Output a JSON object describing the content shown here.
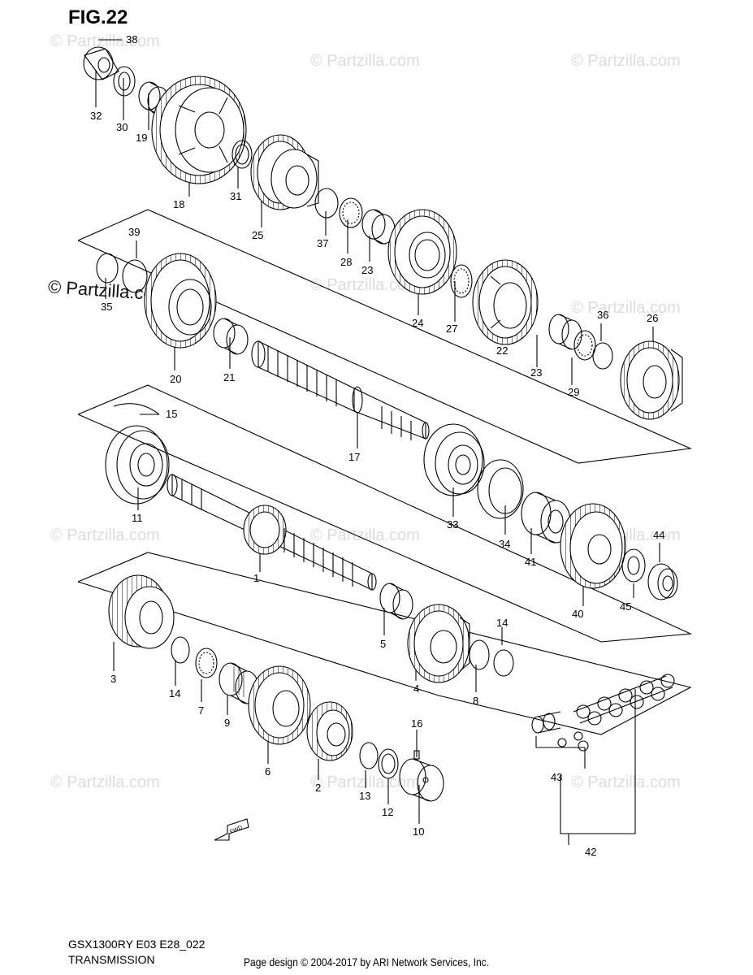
{
  "figure_title": "FIG.22",
  "watermark": "© Partzilla.com",
  "model_code": "GSX1300RY E03 E28_022",
  "section_name": "TRANSMISSION",
  "copyright": "Page design © 2004-2017 by ARI Network Services, Inc.",
  "fwd_label": "FWD",
  "callouts": [
    "38",
    "32",
    "30",
    "19",
    "18",
    "31",
    "25",
    "37",
    "28",
    "23",
    "24",
    "27",
    "22",
    "23",
    "29",
    "36",
    "26",
    "39",
    "35",
    "20",
    "21",
    "17",
    "15",
    "11",
    "33",
    "34",
    "41",
    "40",
    "45",
    "44",
    "1",
    "5",
    "4",
    "8",
    "14",
    "3",
    "14",
    "7",
    "9",
    "6",
    "2",
    "13",
    "12",
    "16",
    "10",
    "43",
    "42"
  ]
}
